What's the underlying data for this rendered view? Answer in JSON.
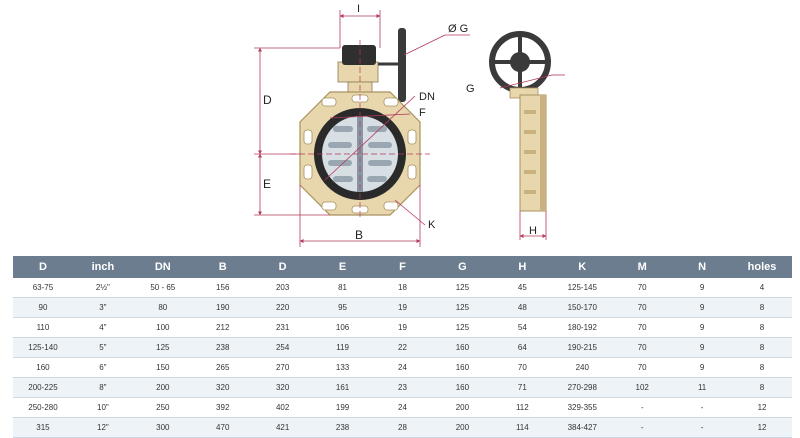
{
  "drawing": {
    "labels": {
      "I": "I",
      "G_diameter": "Ø G",
      "DN": "DN",
      "F": "F",
      "D": "D",
      "E": "E",
      "K": "K",
      "B": "B",
      "G_side": "G",
      "H": "H"
    },
    "colors": {
      "flange": "#e8d6ad",
      "flange_shadow": "#c9b27f",
      "body": "#2a2a2a",
      "disc": "#d7dee4",
      "dimension": "#b23a5a",
      "handwheel": "#3a3a3a"
    }
  },
  "table": {
    "headers": [
      "D",
      "inch",
      "DN",
      "B",
      "D",
      "E",
      "F",
      "G",
      "H",
      "K",
      "M",
      "N",
      "holes"
    ],
    "rows": [
      [
        "63-75",
        "2½\"",
        "50 - 65",
        "156",
        "203",
        "81",
        "18",
        "125",
        "45",
        "125-145",
        "70",
        "9",
        "4"
      ],
      [
        "90",
        "3\"",
        "80",
        "190",
        "220",
        "95",
        "19",
        "125",
        "48",
        "150-170",
        "70",
        "9",
        "8"
      ],
      [
        "110",
        "4\"",
        "100",
        "212",
        "231",
        "106",
        "19",
        "125",
        "54",
        "180-192",
        "70",
        "9",
        "8"
      ],
      [
        "125-140",
        "5\"",
        "125",
        "238",
        "254",
        "119",
        "22",
        "160",
        "64",
        "190-215",
        "70",
        "9",
        "8"
      ],
      [
        "160",
        "6\"",
        "150",
        "265",
        "270",
        "133",
        "24",
        "160",
        "70",
        "240",
        "70",
        "9",
        "8"
      ],
      [
        "200-225",
        "8\"",
        "200",
        "320",
        "320",
        "161",
        "23",
        "160",
        "71",
        "270-298",
        "102",
        "11",
        "8"
      ],
      [
        "250-280",
        "10\"",
        "250",
        "392",
        "402",
        "199",
        "24",
        "200",
        "112",
        "329-355",
        "-",
        "-",
        "12"
      ],
      [
        "315",
        "12\"",
        "300",
        "470",
        "421",
        "238",
        "28",
        "200",
        "114",
        "384-427",
        "-",
        "-",
        "12"
      ]
    ]
  }
}
